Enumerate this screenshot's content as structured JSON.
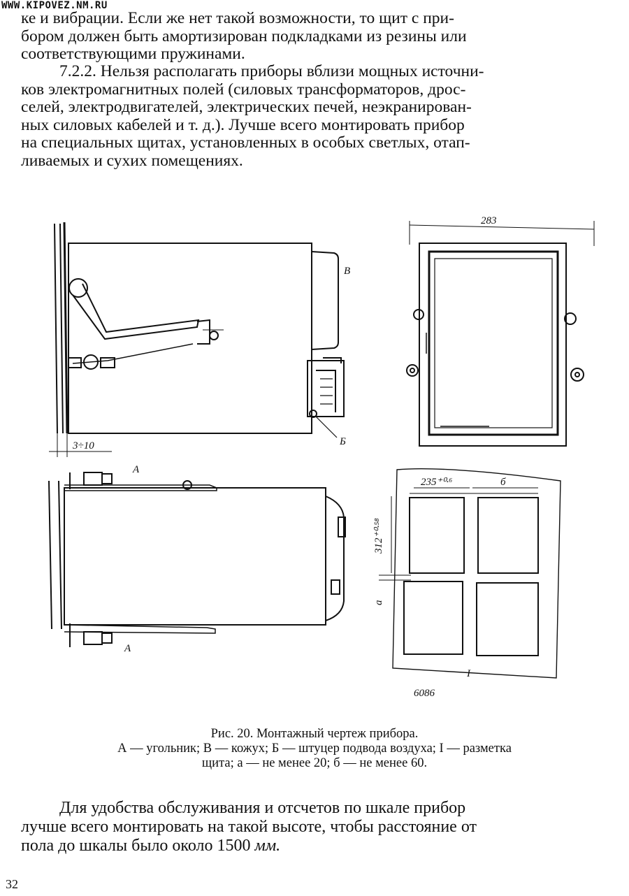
{
  "watermark": "WWW.KIPOVEZ.NM.RU",
  "paragraph_1": {
    "lines": [
      "ке и вибрации. Если же нет такой возможности, то щит с при-",
      "бором должен быть амортизирован подкладками из резины или",
      "соответствующими пружинами."
    ]
  },
  "paragraph_2": {
    "lines": [
      "7.2.2. Нельзя располагать приборы вблизи мощных источни-",
      "ков электромагнитных полей (силовых трансформаторов, дрос-",
      "селей, электродвигателей, электрических печей, неэкранирован-",
      "ных силовых кабелей и т. д.). Лучше всего монтировать прибор",
      "на специальных щитах, установленных в особых светлых, отап-",
      "ливаемых и сухих помещениях."
    ]
  },
  "figure": {
    "labels": {
      "cover": "В",
      "air_fitting": "Б",
      "bracket_top": "А",
      "bracket_bottom": "А",
      "gap": "3÷10",
      "width_dim": "283",
      "cutout_width": "235⁺⁰·⁶",
      "spacing_b": "б",
      "cutout_height": "312⁺⁰·⁵⁸",
      "spacing_a": "а",
      "marking": "I",
      "drawing_number": "6086"
    }
  },
  "caption": {
    "title": "Рис. 20. Монтажный чертеж прибора.",
    "legend_line1": "А — угольник; В — кожух; Б — штуцер подвода воздуха; I — разметка",
    "legend_line2": "щита; а — не менее 20; б — не менее 60."
  },
  "paragraph_3": {
    "line1": "Для удобства обслуживания и отсчетов по шкале прибор",
    "line2": "лучше всего монтировать на такой высоте, чтобы расстояние от",
    "line3_text": "пола до шкалы было около 1500 ",
    "line3_unit": "мм."
  },
  "page_number": "32"
}
